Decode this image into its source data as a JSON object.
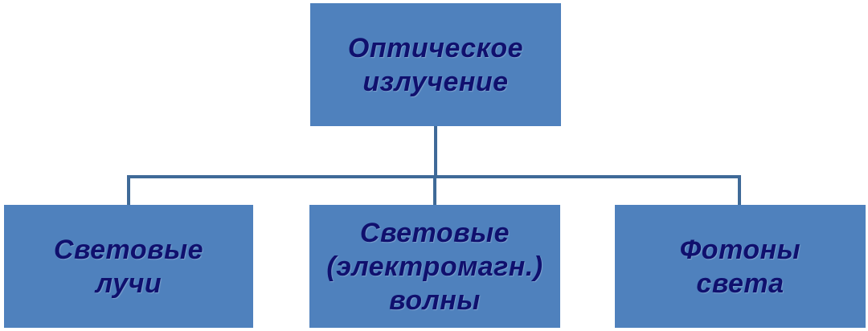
{
  "root": {
    "line1": "Оптическое",
    "line2": "излучение"
  },
  "children": [
    {
      "line1": "Световые",
      "line2": "лучи"
    },
    {
      "line1": "Световые",
      "line2": "(электромагн.)",
      "line3": "волны"
    },
    {
      "line1": "Фотоны",
      "line2": "света"
    }
  ],
  "colors": {
    "box_fill": "#4f81bd",
    "text": "#10106e",
    "connector": "#3f6a98"
  }
}
